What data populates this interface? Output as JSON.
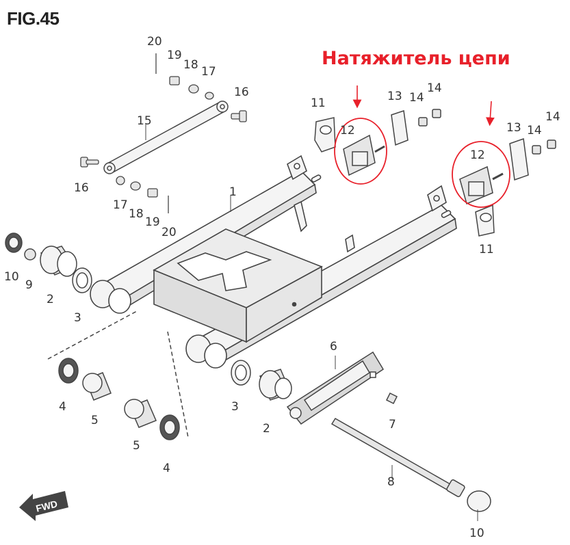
{
  "figure": {
    "title": "FIG.45",
    "annotation": "Натяжитель цепи",
    "fwd_label": "FWD",
    "annotation_color": "#e8202a"
  },
  "callouts": [
    "20",
    "19",
    "18",
    "17",
    "16",
    "15",
    "16",
    "17",
    "18",
    "19",
    "20",
    "1",
    "11",
    "12",
    "13",
    "14",
    "14",
    "12",
    "13",
    "14",
    "14",
    "11",
    "10",
    "9",
    "2",
    "3",
    "4",
    "5",
    "5",
    "4",
    "3",
    "2",
    "6",
    "7",
    "8",
    "10"
  ]
}
